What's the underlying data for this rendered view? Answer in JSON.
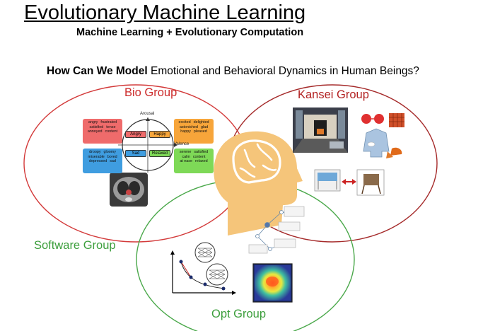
{
  "title": "Evolutionary Machine Learning",
  "subtitle": "Machine Learning + Evolutionary Computation",
  "question": {
    "bold": "How Can We Model",
    "rest": " Emotional and Behavioral Dynamics in Human Beings?"
  },
  "groups": {
    "bio": "Bio Group",
    "kansei": "Kansei Group",
    "software": "Software Group",
    "opt": "Opt Group"
  },
  "emotion_chart": {
    "arousal": "Arousal",
    "valence": "Valence",
    "quadrants": {
      "top_left": [
        "angry",
        "frustrated",
        "satisfied",
        "tense",
        "annoyed",
        "content"
      ],
      "top_right": [
        "excited",
        "delighted",
        "astonished",
        "glad",
        "happy",
        "pleased"
      ],
      "bottom_left": [
        "droopy",
        "gloomy",
        "miserable",
        "bored",
        "depressed",
        "sad"
      ],
      "bottom_right": [
        "serene",
        "satisfied",
        "calm",
        "content",
        "at ease",
        "relaxed"
      ]
    },
    "tags": {
      "angry": "Angry",
      "happy": "Happy",
      "sad": "Sad",
      "relaxed": "Relaxed"
    }
  },
  "colors": {
    "bio_circle": "#d33a3a",
    "kansei_circle": "#a52a2a",
    "software_circle": "#4aa84a",
    "head": "#f5c57a",
    "arrow": "#cc2222",
    "box_red": "#ef6b6b",
    "box_orange": "#f7a53a",
    "box_blue": "#3f9de0",
    "box_green": "#7ed957"
  }
}
